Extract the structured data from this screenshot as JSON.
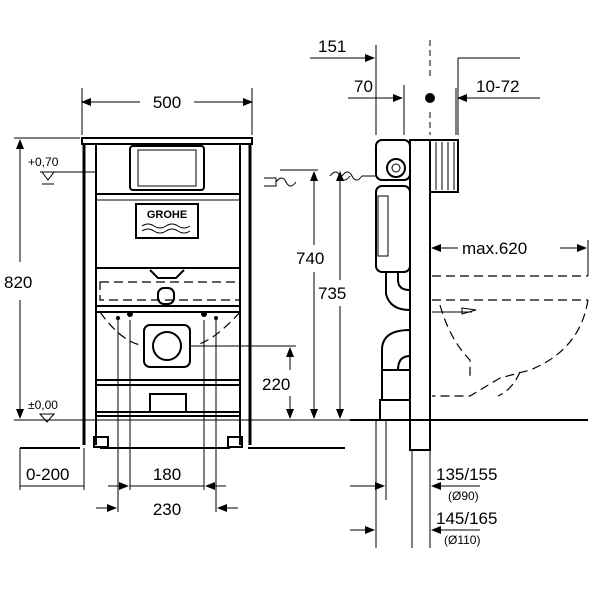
{
  "front_view": {
    "width_label": "500",
    "total_height_label": "820",
    "top_level_label": "+0,70",
    "floor_level_label": "±0,00",
    "height_740_label": "740",
    "height_735_label": "735",
    "height_220_label": "220",
    "offset_label": "0-200",
    "spacing_180_label": "180",
    "spacing_230_label": "230",
    "brand_logo": "GROHE"
  },
  "side_view": {
    "depth_151_label": "151",
    "depth_70_label": "70",
    "adjust_label": "10-72",
    "max_label": "max.620",
    "dim_135_label": "135/155",
    "dim_135_sub": "(Ø90)",
    "dim_145_label": "145/165",
    "dim_145_sub": "(Ø110)"
  }
}
